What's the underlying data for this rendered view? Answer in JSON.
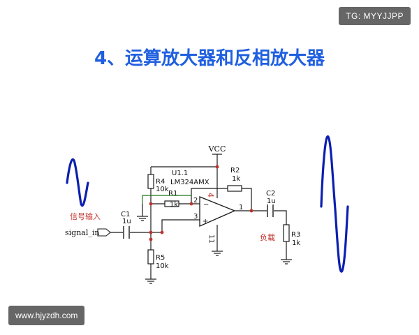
{
  "title": "4、运算放大器和反相放大器",
  "watermarks": {
    "top_right": "TG: MYYJJPP",
    "bottom_left": "www.hjyzdh.com"
  },
  "colors": {
    "title": "#1f5fe0",
    "wave": "#0b1fb0",
    "wire": "#1a1a1a",
    "feedback_wire": "#1a7a1a",
    "node": "#c0312b",
    "label_red": "#c0312b"
  },
  "circuit": {
    "supply": "VCC",
    "opamp": {
      "ref": "U1.1",
      "part": "LM324AMX",
      "pin_inverting": "2",
      "pin_noninverting": "3",
      "pin_output": "1",
      "pin_vcc": "4",
      "pin_gnd": "11",
      "sign_minus": "−",
      "sign_plus": "+"
    },
    "components": {
      "R1": {
        "ref": "R1",
        "value": "1k"
      },
      "R2": {
        "ref": "R2",
        "value": "1k"
      },
      "R3": {
        "ref": "R3",
        "value": "1k"
      },
      "R4": {
        "ref": "R4",
        "value": "10k"
      },
      "R5": {
        "ref": "R5",
        "value": "10k"
      },
      "C1": {
        "ref": "C1",
        "value": "1u"
      },
      "C2": {
        "ref": "C2",
        "value": "1u"
      }
    },
    "input_label": "信号输入",
    "input_port": "signal_in",
    "load_label": "负载"
  }
}
